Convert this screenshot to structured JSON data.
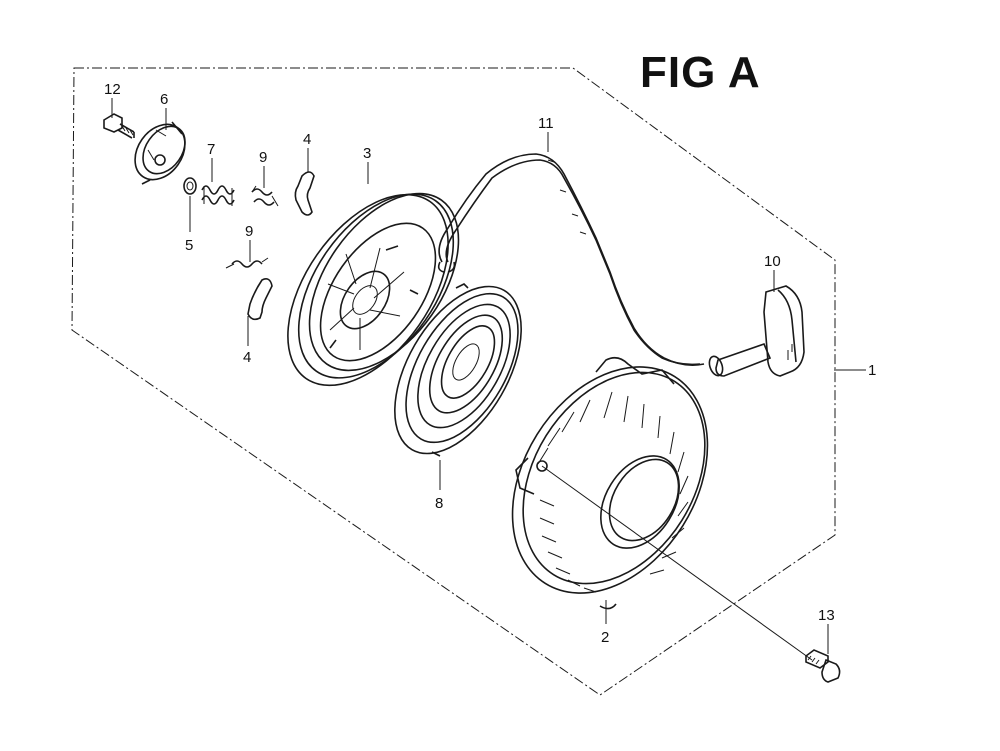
{
  "figure": {
    "title": "FIG A"
  },
  "callouts": {
    "c1": "1",
    "c2": "2",
    "c3": "3",
    "c4a": "4",
    "c4b": "4",
    "c5": "5",
    "c6": "6",
    "c7": "7",
    "c8": "8",
    "c9a": "9",
    "c9b": "9",
    "c10": "10",
    "c11": "11",
    "c12": "12",
    "c13": "13"
  },
  "colors": {
    "ink": "#1a1a1a",
    "background": "#ffffff"
  }
}
